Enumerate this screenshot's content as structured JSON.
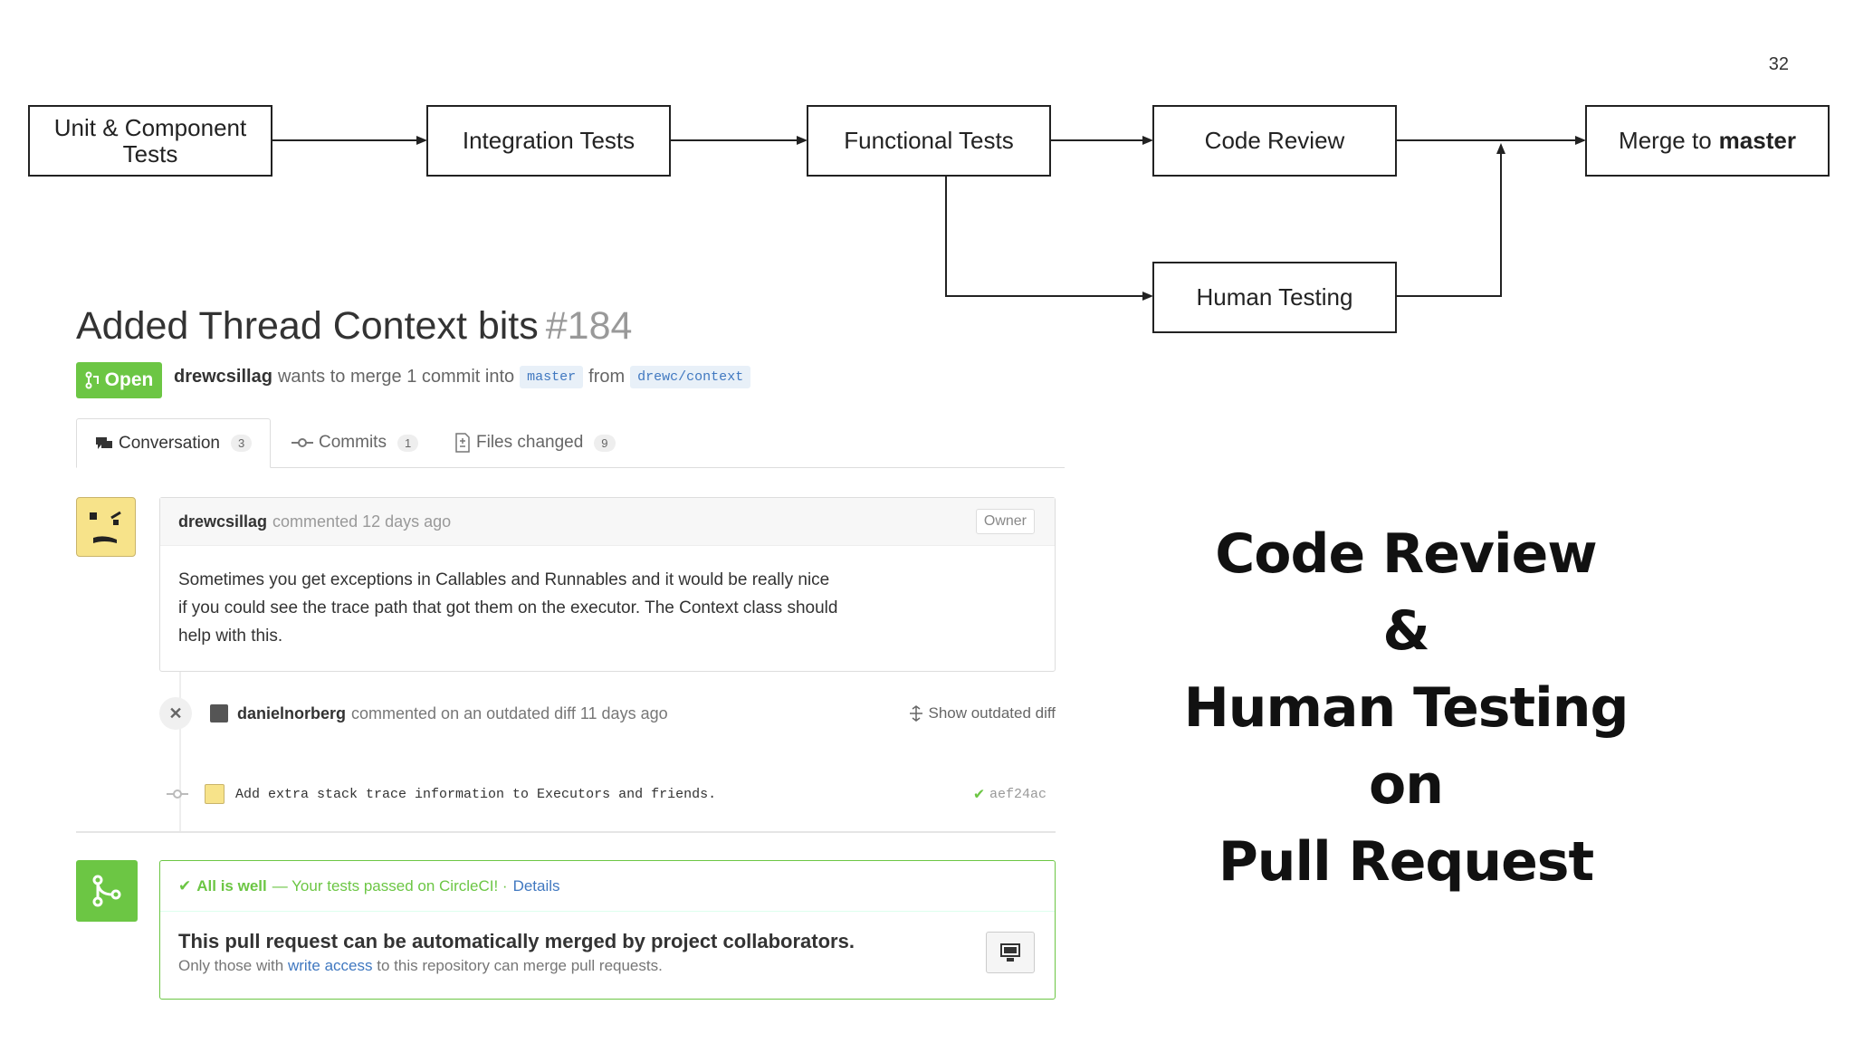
{
  "page_number": "32",
  "flowchart": {
    "unit": "Unit & Component Tests",
    "integration": "Integration Tests",
    "functional": "Functional Tests",
    "code_review": "Code Review",
    "human_testing": "Human Testing",
    "merge_prefix": "Merge to",
    "merge_branch": "master"
  },
  "pr": {
    "title": "Added Thread Context bits",
    "number": "#184",
    "status": "Open",
    "author": "drewcsillag",
    "merge_text": "wants to merge 1 commit into",
    "base_branch": "master",
    "from_text": "from",
    "head_branch": "drewc/context",
    "tabs": [
      {
        "label": "Conversation",
        "count": "3"
      },
      {
        "label": "Commits",
        "count": "1"
      },
      {
        "label": "Files changed",
        "count": "9"
      }
    ],
    "comment": {
      "author": "drewcsillag",
      "meta": "commented 12 days ago",
      "badge": "Owner",
      "body_lines": [
        "Sometimes you get exceptions in Callables and Runnables and it would be really nice",
        "if you could see the trace path that got them on the executor. The Context class should",
        "help with this."
      ]
    },
    "outdated_event": {
      "author": "danielnorberg",
      "meta": "commented on an outdated diff 11 days ago",
      "action": "Show outdated diff"
    },
    "commit_event": {
      "message": "Add extra stack trace information to Executors and friends.",
      "sha": "aef24ac"
    },
    "merge": {
      "status_bold": "All is well",
      "status_rest": "— Your tests passed on CircleCI! ·",
      "details_link": "Details",
      "heading": "This pull request can be automatically merged by project collaborators.",
      "note_before": "Only those with",
      "note_link": "write access",
      "note_after": "to this repository can merge pull requests."
    }
  },
  "headline": {
    "line1": "Code Review",
    "line2": "&",
    "line3": "Human Testing",
    "line4": "on",
    "line5": "Pull Request"
  },
  "colors": {
    "green": "#6cc644",
    "link_blue": "#4078c0"
  }
}
